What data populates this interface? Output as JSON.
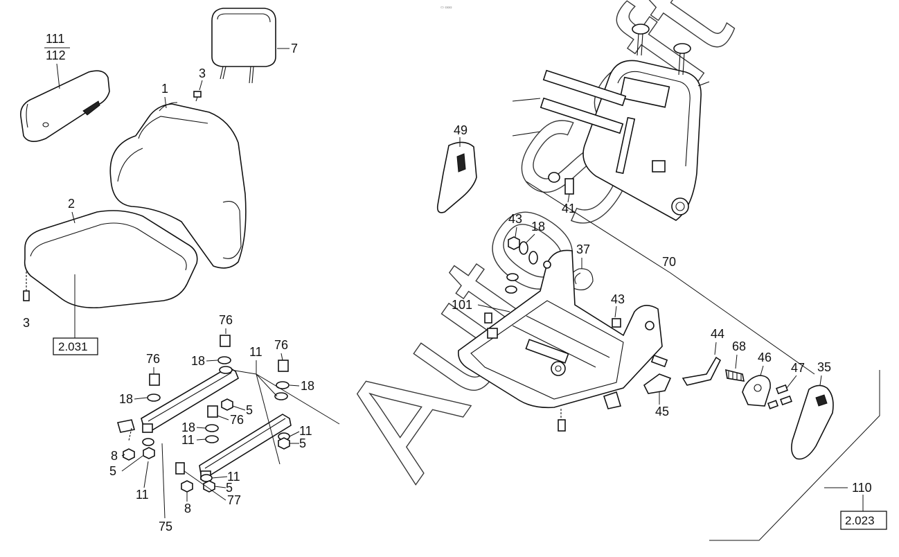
{
  "header": {
    "corner_mark": "▭ ▫▫▫"
  },
  "watermark": {
    "text": "AutoSoft"
  },
  "labels": {
    "armrest_a": "111",
    "armrest_b": "112",
    "headrest": "7",
    "screw_top": "3",
    "backrest": "1",
    "cushion": "2",
    "screw_bottom": "3",
    "ref_left": "2.031",
    "side_cover_left": "49",
    "bolt_41": "41",
    "nut_43_top": "43",
    "washer_18_top": "18",
    "spring_37": "37",
    "assembly_70": "70",
    "frame_101": "101",
    "nut_43_mid": "43",
    "lever_44": "44",
    "spring_68": "68",
    "disc_46": "46",
    "screw_47": "47",
    "side_cover_right": "35",
    "handle_45": "45",
    "part_110": "110",
    "ref_right": "2.023",
    "bolt_76_a": "76",
    "bolt_76_b": "76",
    "bolt_76_c": "76",
    "bolt_76_d": "76",
    "washer_18_a": "18",
    "washer_18_b": "18",
    "washer_18_c": "18",
    "washer_18_d": "18",
    "washer_11_a": "11",
    "washer_11_b": "11",
    "washer_11_c": "11",
    "washer_11_d": "11",
    "washer_11_e": "11",
    "nut_5_a": "5",
    "nut_5_b": "5",
    "nut_5_c": "5",
    "nut_5_d": "5",
    "nut_8_a": "8",
    "nut_8_b": "8",
    "rail_75": "75",
    "screw_77": "77"
  }
}
